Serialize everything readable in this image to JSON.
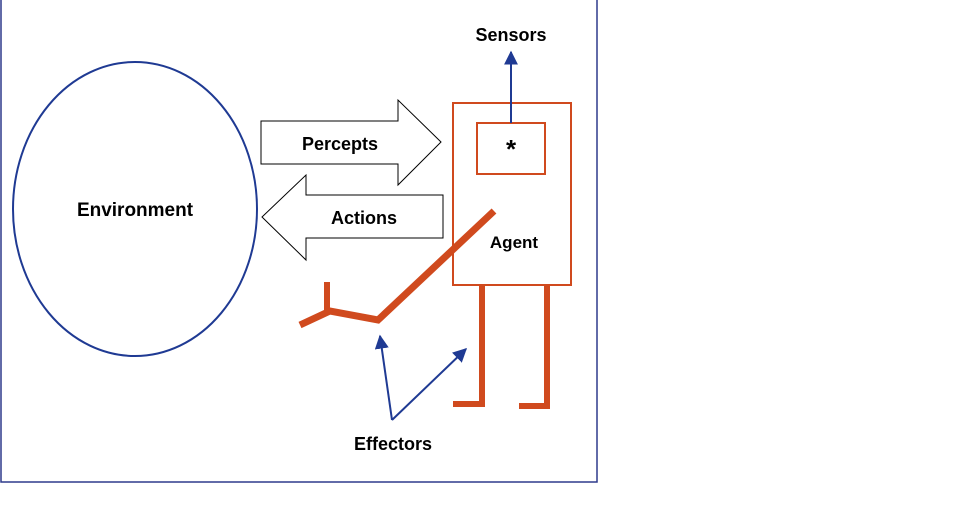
{
  "labels": {
    "environment": "Environment",
    "percepts": "Percepts",
    "actions": "Actions",
    "sensors": "Sensors",
    "agent": "Agent",
    "agent_core": "*",
    "effectors": "Effectors"
  },
  "colors": {
    "frame": "#2e3a8c",
    "environment_outline": "#1f3a93",
    "agent_orange": "#d04a1e",
    "pointer_blue": "#1f3a93",
    "arrow_outline": "#000000",
    "arrow_fill": "#ffffff"
  }
}
